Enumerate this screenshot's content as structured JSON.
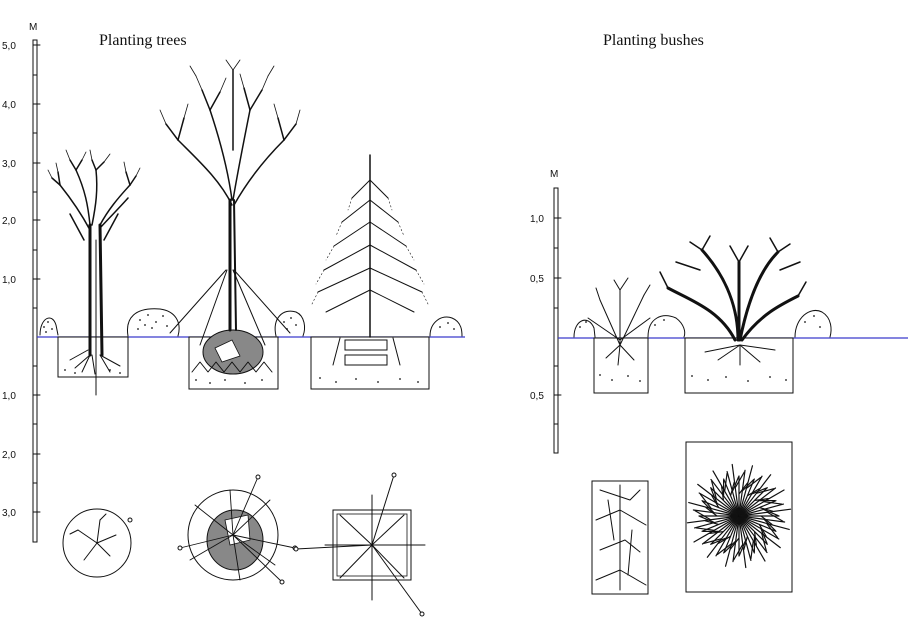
{
  "trees": {
    "title": "Planting trees",
    "scale_unit": "M",
    "ticks_above": [
      "5,0",
      "4,0",
      "3,0",
      "2,0",
      "1,0"
    ],
    "ticks_below": [
      "1,0",
      "2,0",
      "3,0"
    ]
  },
  "bushes": {
    "title": "Planting bushes",
    "scale_unit": "M",
    "ticks_above": [
      "1,0",
      "0,5"
    ],
    "ticks_below": [
      "0,5"
    ]
  },
  "colors": {
    "ground_line": "#3a3acc",
    "ink": "#111111",
    "background": "#ffffff"
  }
}
